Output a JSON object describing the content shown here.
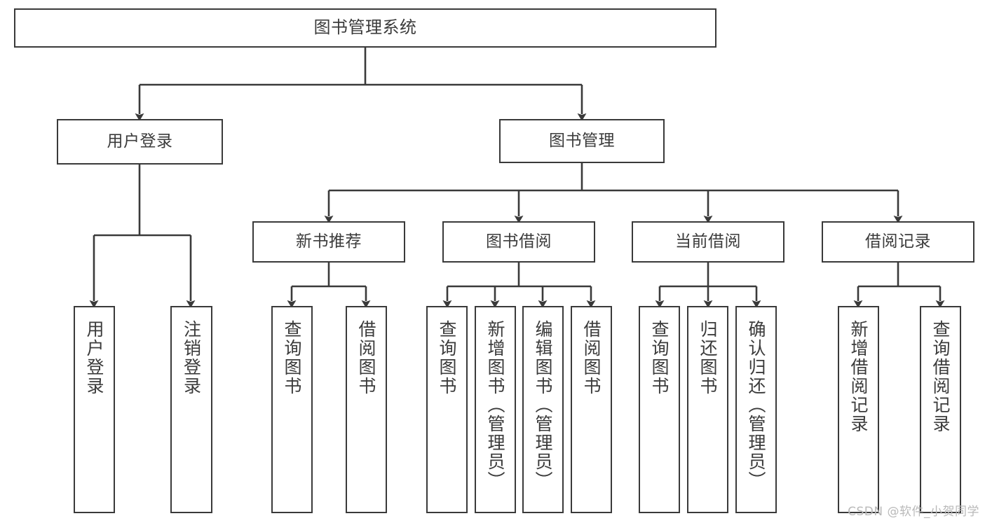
{
  "diagram": {
    "title": "图书管理系统",
    "stroke_color": "#3a3a3a",
    "text_color": "#3b3b3b",
    "background_color": "#ffffff",
    "nodes": {
      "root": {
        "label": "图书管理系统"
      },
      "level1": [
        {
          "label": "用户登录"
        },
        {
          "label": "图书管理"
        }
      ],
      "level2": [
        {
          "label": "新书推荐"
        },
        {
          "label": "图书借阅"
        },
        {
          "label": "当前借阅"
        },
        {
          "label": "借阅记录"
        }
      ],
      "leaves": {
        "user_login": [
          {
            "label": "用户登录"
          },
          {
            "label": "注销登录"
          }
        ],
        "new_book_recommend": [
          {
            "label": "查询图书"
          },
          {
            "label": "借阅图书"
          }
        ],
        "book_borrow": [
          {
            "label": "查询图书"
          },
          {
            "label": "新增图书（管理员）"
          },
          {
            "label": "编辑图书（管理员）"
          },
          {
            "label": "借阅图书"
          }
        ],
        "current_borrow": [
          {
            "label": "查询图书"
          },
          {
            "label": "归还图书"
          },
          {
            "label": "确认归还（管理员）"
          }
        ],
        "borrow_record": [
          {
            "label": "新增借阅记录"
          },
          {
            "label": "查询借阅记录"
          }
        ]
      }
    }
  },
  "watermark": {
    "text": "CSDN @软件_小贺同学",
    "color": "#b9b9b9"
  }
}
